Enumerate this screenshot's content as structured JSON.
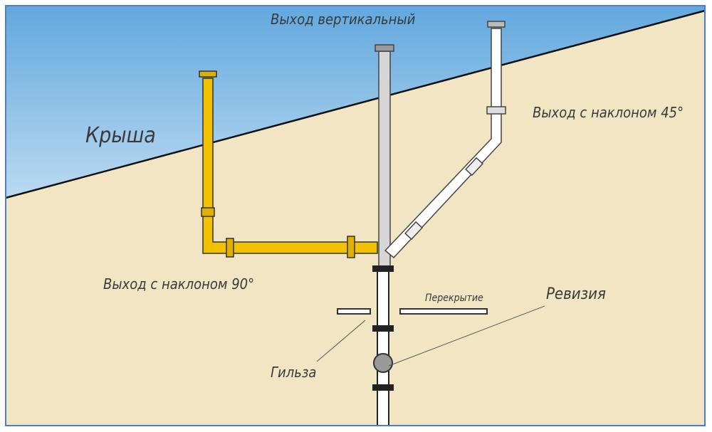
{
  "labels": {
    "roof": "Крыша",
    "vertical_exit": "Выход вертикальный",
    "exit_45": "Выход с наклоном 45°",
    "exit_90": "Выход с наклоном 90°",
    "floor_slab": "Перекрытие",
    "revision": "Ревизия",
    "sleeve": "Гильза"
  },
  "colors": {
    "frame": "#4a7fd0",
    "sky_top": "#6aaee0",
    "wall": "#f1e5c3",
    "yellow_pipe": "#f2c200",
    "gray_pipe": "#d4d4d4",
    "white_pipe": "#ffffff"
  }
}
